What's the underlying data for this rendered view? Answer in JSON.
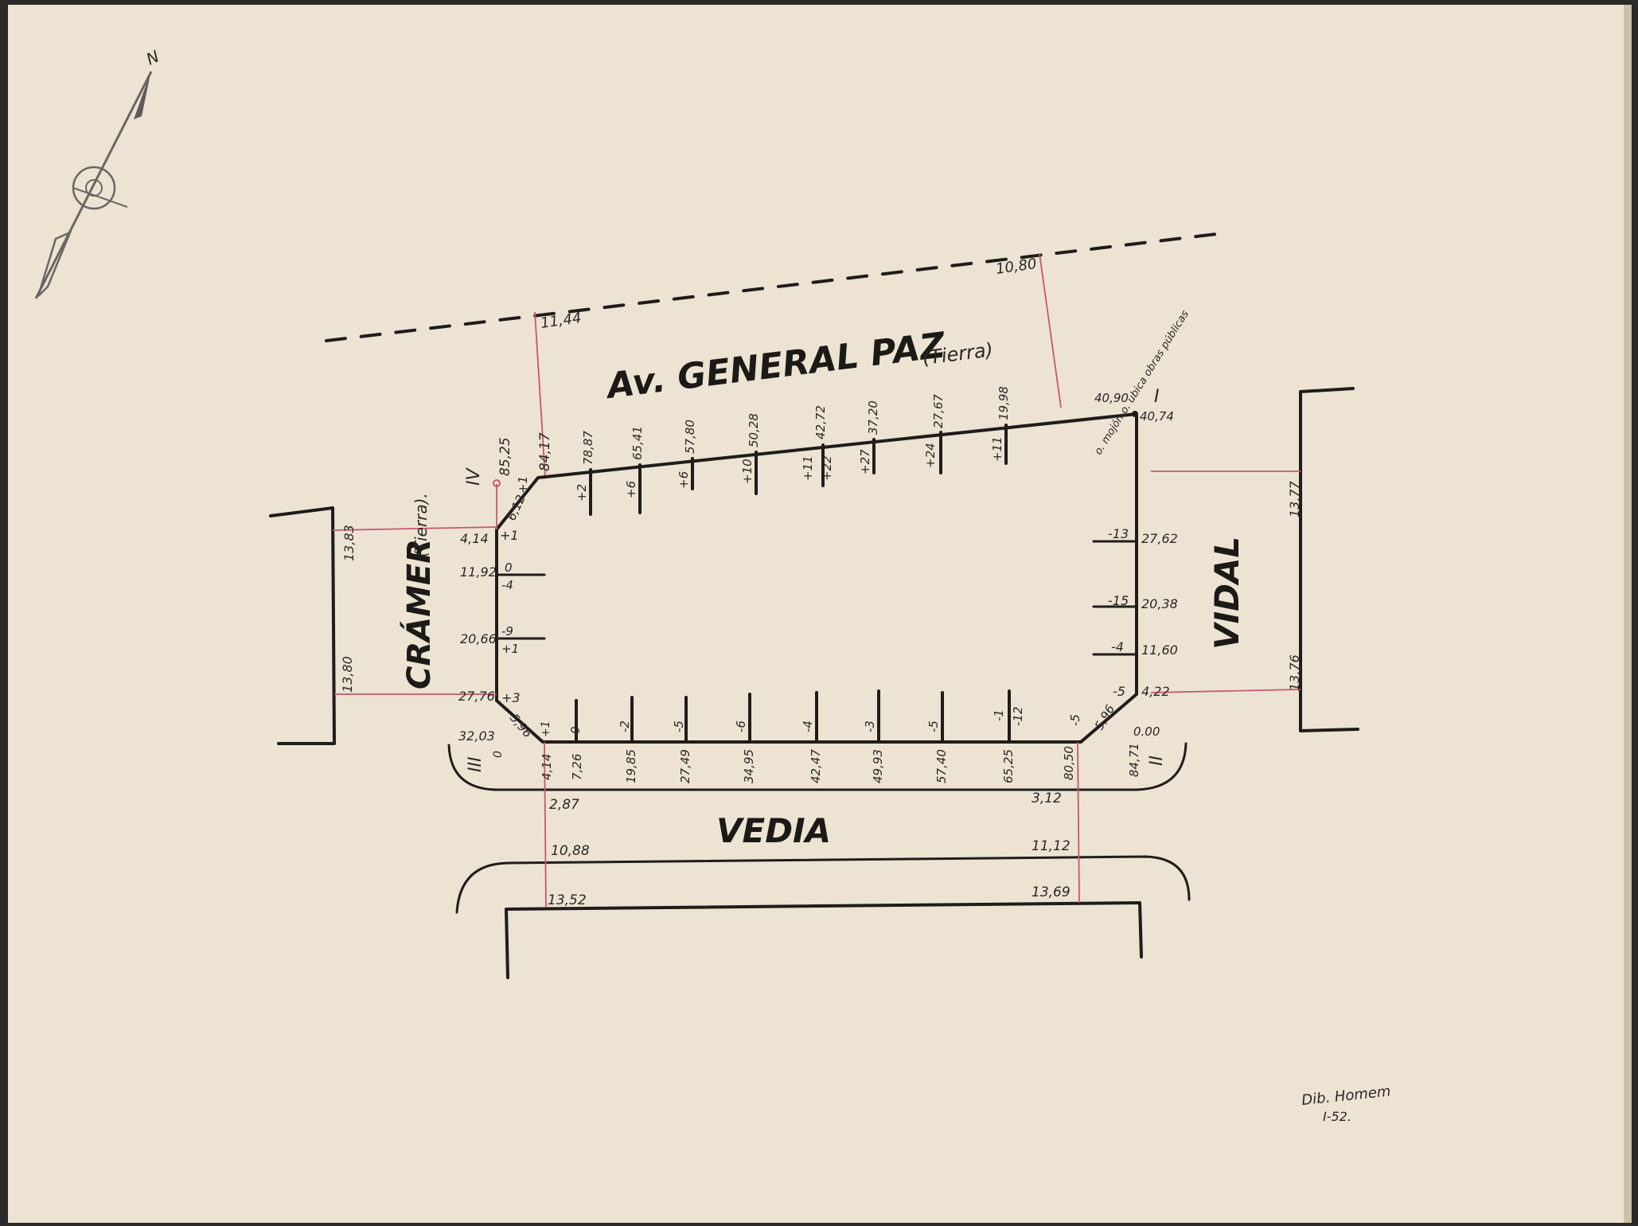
{
  "colors": {
    "paper": "#ece3d3",
    "ink": "#1f1d1a",
    "red_line": "#c8566e",
    "pencil": "#6a6762"
  },
  "compass": {
    "north_label": "N"
  },
  "streets": {
    "north": {
      "name": "Av. GENERAL PAZ",
      "surface": "(Tierra)"
    },
    "west": {
      "name": "CRÁMER",
      "surface": "(Tierra)."
    },
    "south": {
      "name": "VEDIA"
    },
    "east": {
      "name": "VIDAL"
    }
  },
  "corners": {
    "I": "I",
    "II": "II",
    "III": "III",
    "IV": "IV"
  },
  "corner_annotation": "o. mojón   o. ubica obras públicas",
  "north_distances": [
    "11,44",
    "10,80"
  ],
  "north_edge": {
    "corner_labels": [
      "85,25",
      "84,17",
      "40,90",
      "40,74"
    ],
    "station_labels": [
      "78,87",
      "65,41",
      "57,80",
      "50,28",
      "42,72",
      "37,20",
      "27,67",
      "19,98"
    ],
    "offset_labels": [
      "+1",
      "+2",
      "+6",
      "+6",
      "+10",
      "+11",
      "+22",
      "+27",
      "+24",
      "+11"
    ]
  },
  "west_edge": {
    "bevel_label": "6,12",
    "station_labels": [
      "4,14",
      "11,92",
      "20,66",
      "27,76",
      "32,03"
    ],
    "offset_labels": [
      "+1",
      "0",
      "-4",
      "-9",
      "+1",
      "+3"
    ],
    "street_width_labels": [
      "13,83",
      "13,80"
    ]
  },
  "south_edge": {
    "bevel_labels": [
      "5,96",
      "5,96"
    ],
    "station_labels": [
      "4,14",
      "7,26",
      "19,85",
      "27,49",
      "34,95",
      "42,47",
      "49,93",
      "57,40",
      "65,25",
      "80,50",
      "84,71"
    ],
    "offset_labels": [
      "+1",
      "0",
      "-2",
      "-5",
      "-6",
      "-4",
      "-3",
      "-5",
      "-1",
      "-12",
      "-5"
    ],
    "street_width_labels": [
      "2,87",
      "3,12",
      "10,88",
      "11,12",
      "13,52",
      "13,69"
    ],
    "corner_zero_labels": [
      "0",
      "0.00"
    ]
  },
  "east_edge": {
    "station_labels": [
      "27,62",
      "20,38",
      "11,60",
      "4,22"
    ],
    "offset_labels": [
      "-13",
      "-15",
      "-4",
      "-5"
    ],
    "street_width_labels": [
      "13,77",
      "13,76"
    ]
  },
  "signature": {
    "line1": "Dib. Homem",
    "line2": "I-52."
  }
}
